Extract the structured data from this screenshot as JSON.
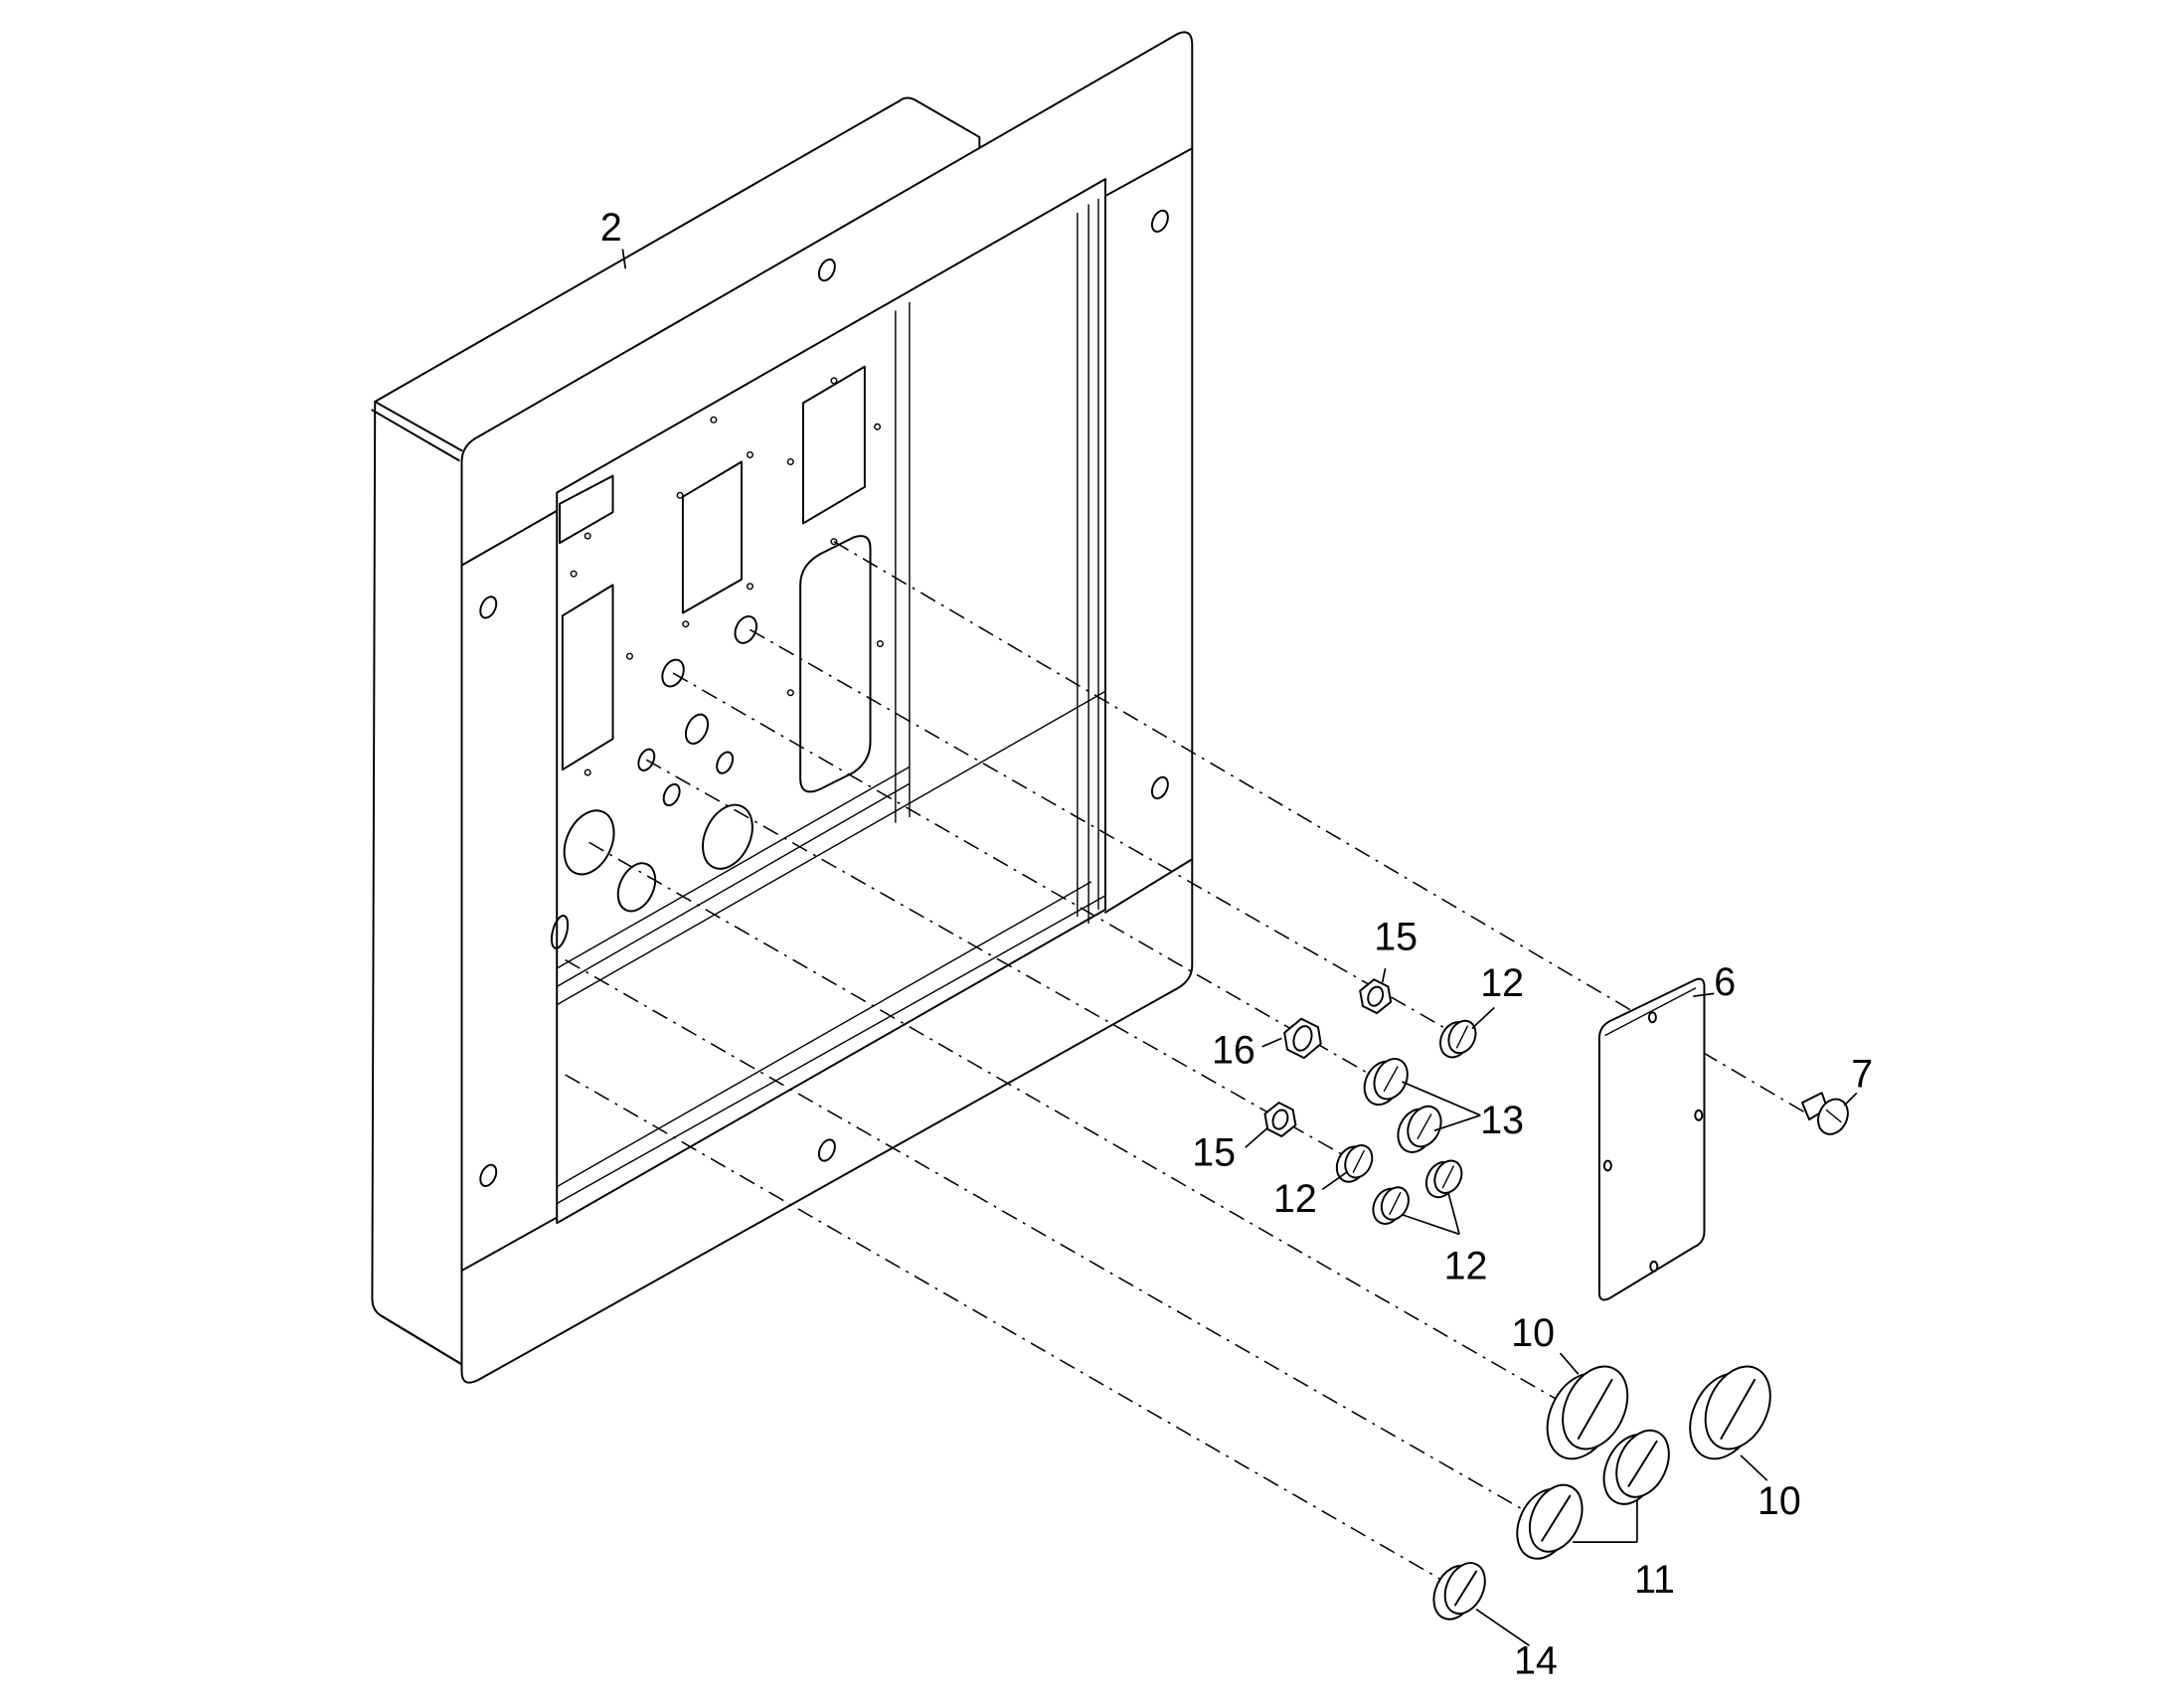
{
  "diagram": {
    "callouts": {
      "c2": "2",
      "c6": "6",
      "c7": "7",
      "c10a": "10",
      "c10b": "10",
      "c11": "11",
      "c12a": "12",
      "c12b": "12",
      "c12c": "12",
      "c13": "13",
      "c14": "14",
      "c15a": "15",
      "c15b": "15",
      "c16": "16"
    }
  }
}
